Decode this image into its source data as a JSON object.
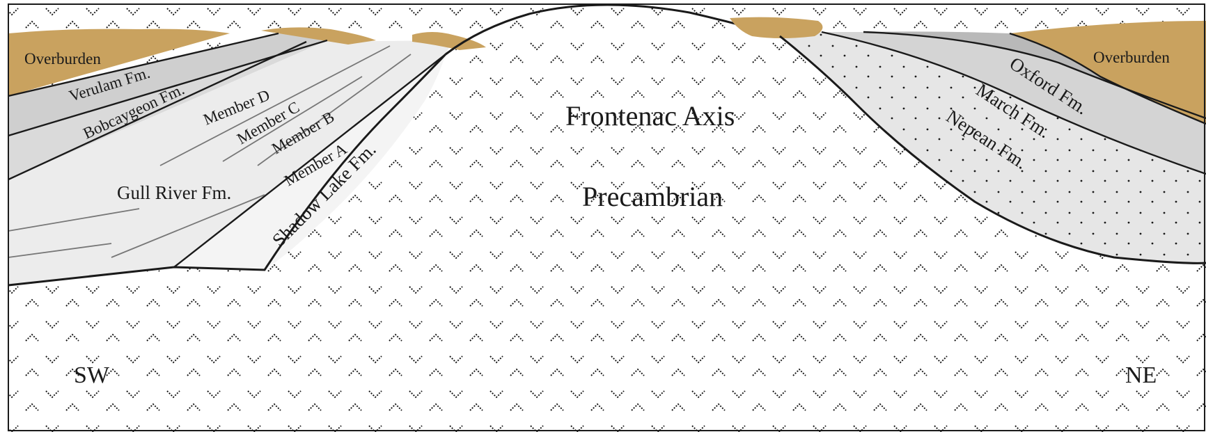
{
  "diagram": {
    "region_labels": {
      "axis_name": "Frontenac Axis",
      "basement": "Precambrian",
      "direction_left": "SW",
      "direction_right": "NE"
    },
    "sw_units": {
      "overburden": "Overburden",
      "verulam": "Verulam Fm.",
      "bobcaygeon": "Bobcaygeon Fm.",
      "member_d": "Member D",
      "member_c": "Member C",
      "member_b": "Member B",
      "member_a": "Member A",
      "gull_river": "Gull River Fm.",
      "shadow_lake": "Shadow Lake Fm."
    },
    "ne_units": {
      "overburden": "Overburden",
      "oxford": "Oxford Fm.",
      "march": "March Fm.",
      "nepean": "Nepean Fm."
    },
    "colors": {
      "overburden": "#c9a25f",
      "verulam": "#cfcfcf",
      "bobcaygeon": "#dadada",
      "gull_river": "#ececec",
      "shadow_lake": "#f4f4f4",
      "oxford": "#b9b9b9",
      "march": "#d4d4d4",
      "nepean": "#e6e6e6",
      "basement": "#ffffff",
      "line": "#1a1a1a"
    }
  }
}
